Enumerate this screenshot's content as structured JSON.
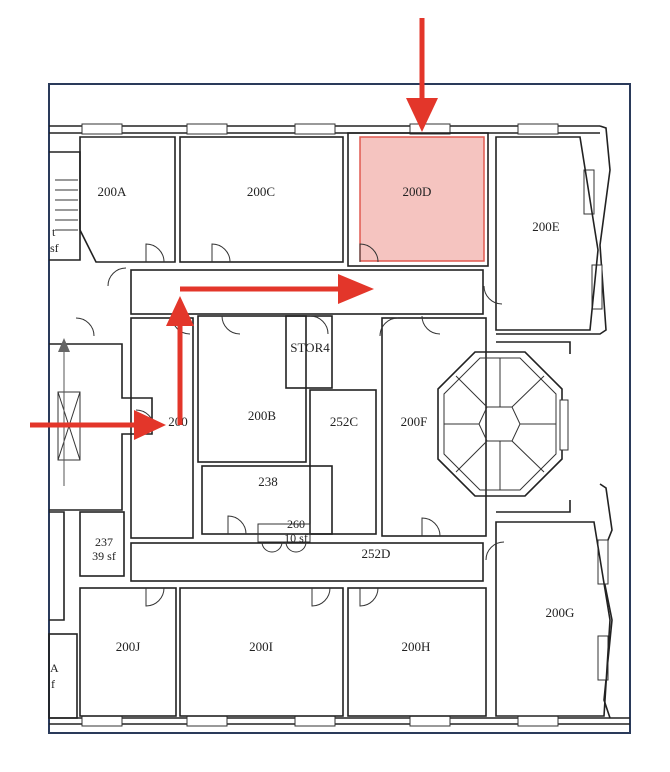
{
  "map": {
    "highlight_color": "#f5c4c0",
    "highlight_stroke": "#e05a50",
    "arrow_color": "#e3362a",
    "frame_color": "#2a3a5a",
    "highlighted_room": "200D",
    "rooms": {
      "r200A": "200A",
      "r200C": "200C",
      "r200D": "200D",
      "r200E": "200E",
      "stor4": "STOR4",
      "r200B": "200B",
      "r252C": "252C",
      "r200F": "200F",
      "r200": "200",
      "r238": "238",
      "r260": "260",
      "r260_area": "10 sf",
      "r237": "237",
      "r237_area": "39 sf",
      "r252D": "252D",
      "r200G": "200G",
      "r200J": "200J",
      "r200I": "200I",
      "r200H": "200H"
    },
    "edge_fragments": {
      "left_top_a": "t",
      "left_top_b": "sf",
      "left_bottom_a": "A",
      "left_bottom_b": "f"
    }
  }
}
